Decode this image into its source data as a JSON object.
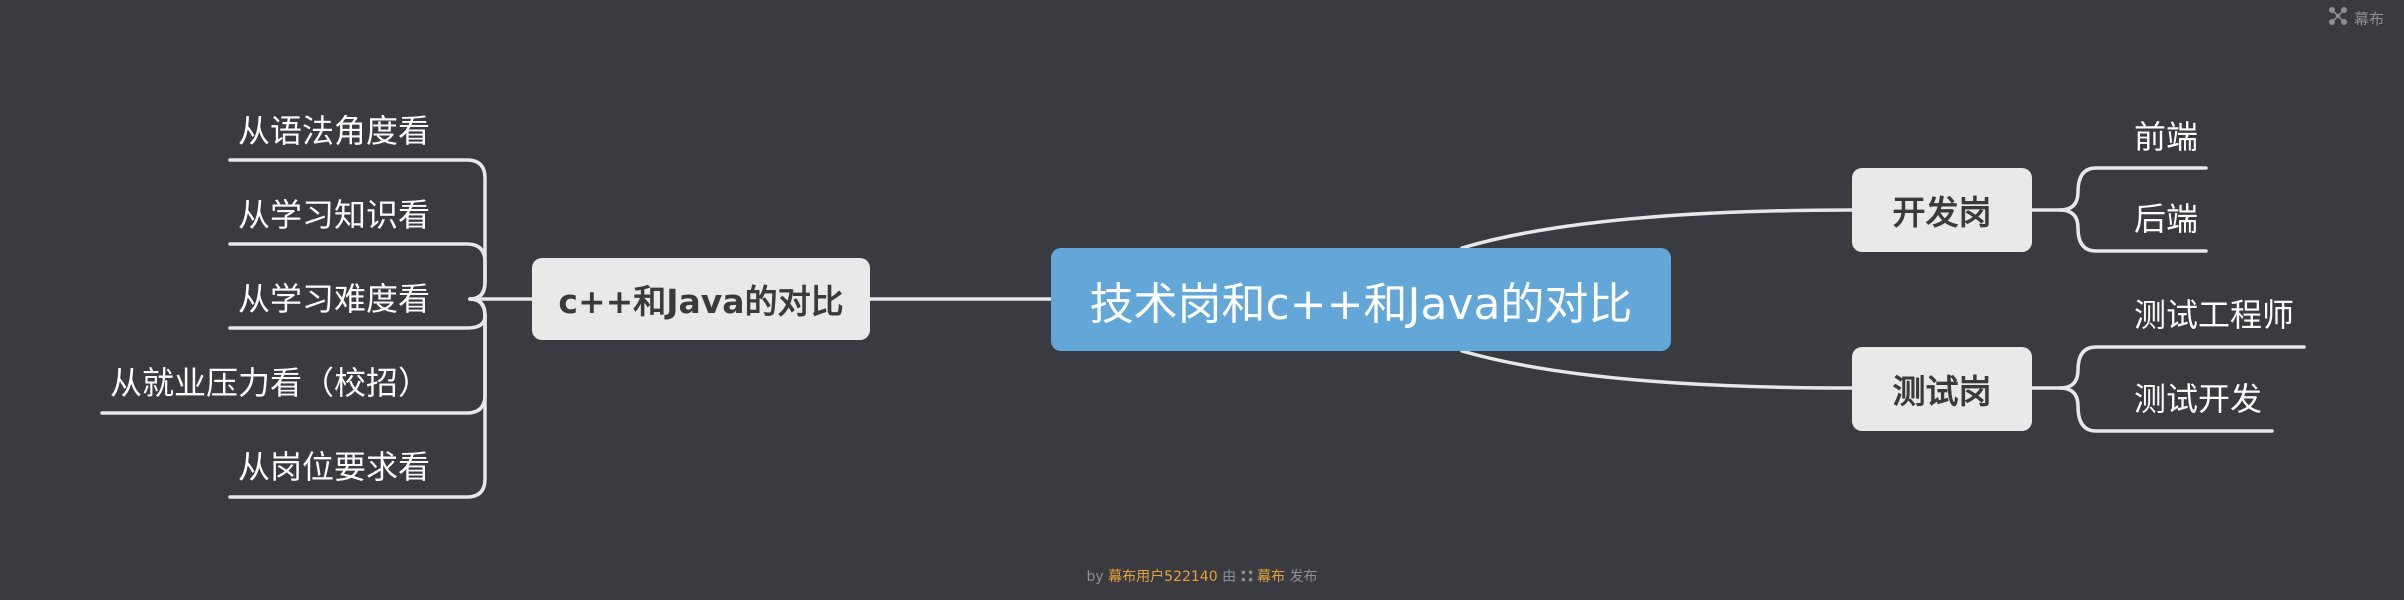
{
  "root": {
    "label": "技术岗和c++和Java的对比"
  },
  "left_branch": {
    "label": "c++和Java的对比",
    "children": [
      "从语法角度看",
      "从学习知识看",
      "从学习难度看",
      "从就业压力看（校招）",
      "从岗位要求看"
    ]
  },
  "right_branches": [
    {
      "label": "开发岗",
      "children": [
        "前端",
        "后端"
      ]
    },
    {
      "label": "测试岗",
      "children": [
        "测试工程师",
        "测试开发"
      ]
    }
  ],
  "brand": {
    "label": "幕布",
    "icon": "mubu-logo-icon"
  },
  "footer": {
    "by": "by",
    "user": "幕布用户522140",
    "via": "由",
    "app": "幕布",
    "action": "发布"
  },
  "colors": {
    "background": "#393b41",
    "root": "#63a6d8",
    "branch": "#e9e9ea",
    "line": "#e8e8e8",
    "footer_highlight": "#e6a23c"
  }
}
